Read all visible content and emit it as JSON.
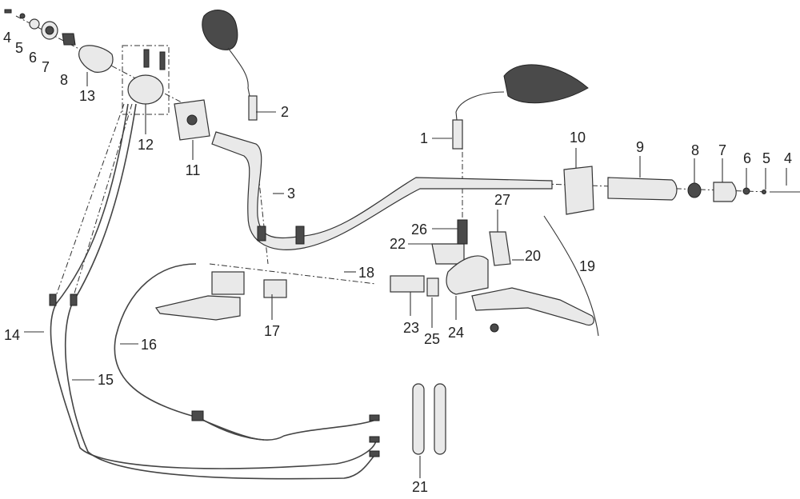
{
  "callouts": {
    "c1": "1",
    "c2": "2",
    "c3": "3",
    "c4a": "4",
    "c4b": "4",
    "c5a": "5",
    "c5b": "5",
    "c6a": "6",
    "c6b": "6",
    "c7a": "7",
    "c7b": "7",
    "c8a": "8",
    "c8b": "8",
    "c9": "9",
    "c10": "10",
    "c11": "11",
    "c12": "12",
    "c13": "13",
    "c14": "14",
    "c15": "15",
    "c16": "16",
    "c17": "17",
    "c18": "18",
    "c19": "19",
    "c20": "20",
    "c21": "21",
    "c22": "22",
    "c23": "23",
    "c24": "24",
    "c25": "25",
    "c26": "26",
    "c27": "27"
  }
}
